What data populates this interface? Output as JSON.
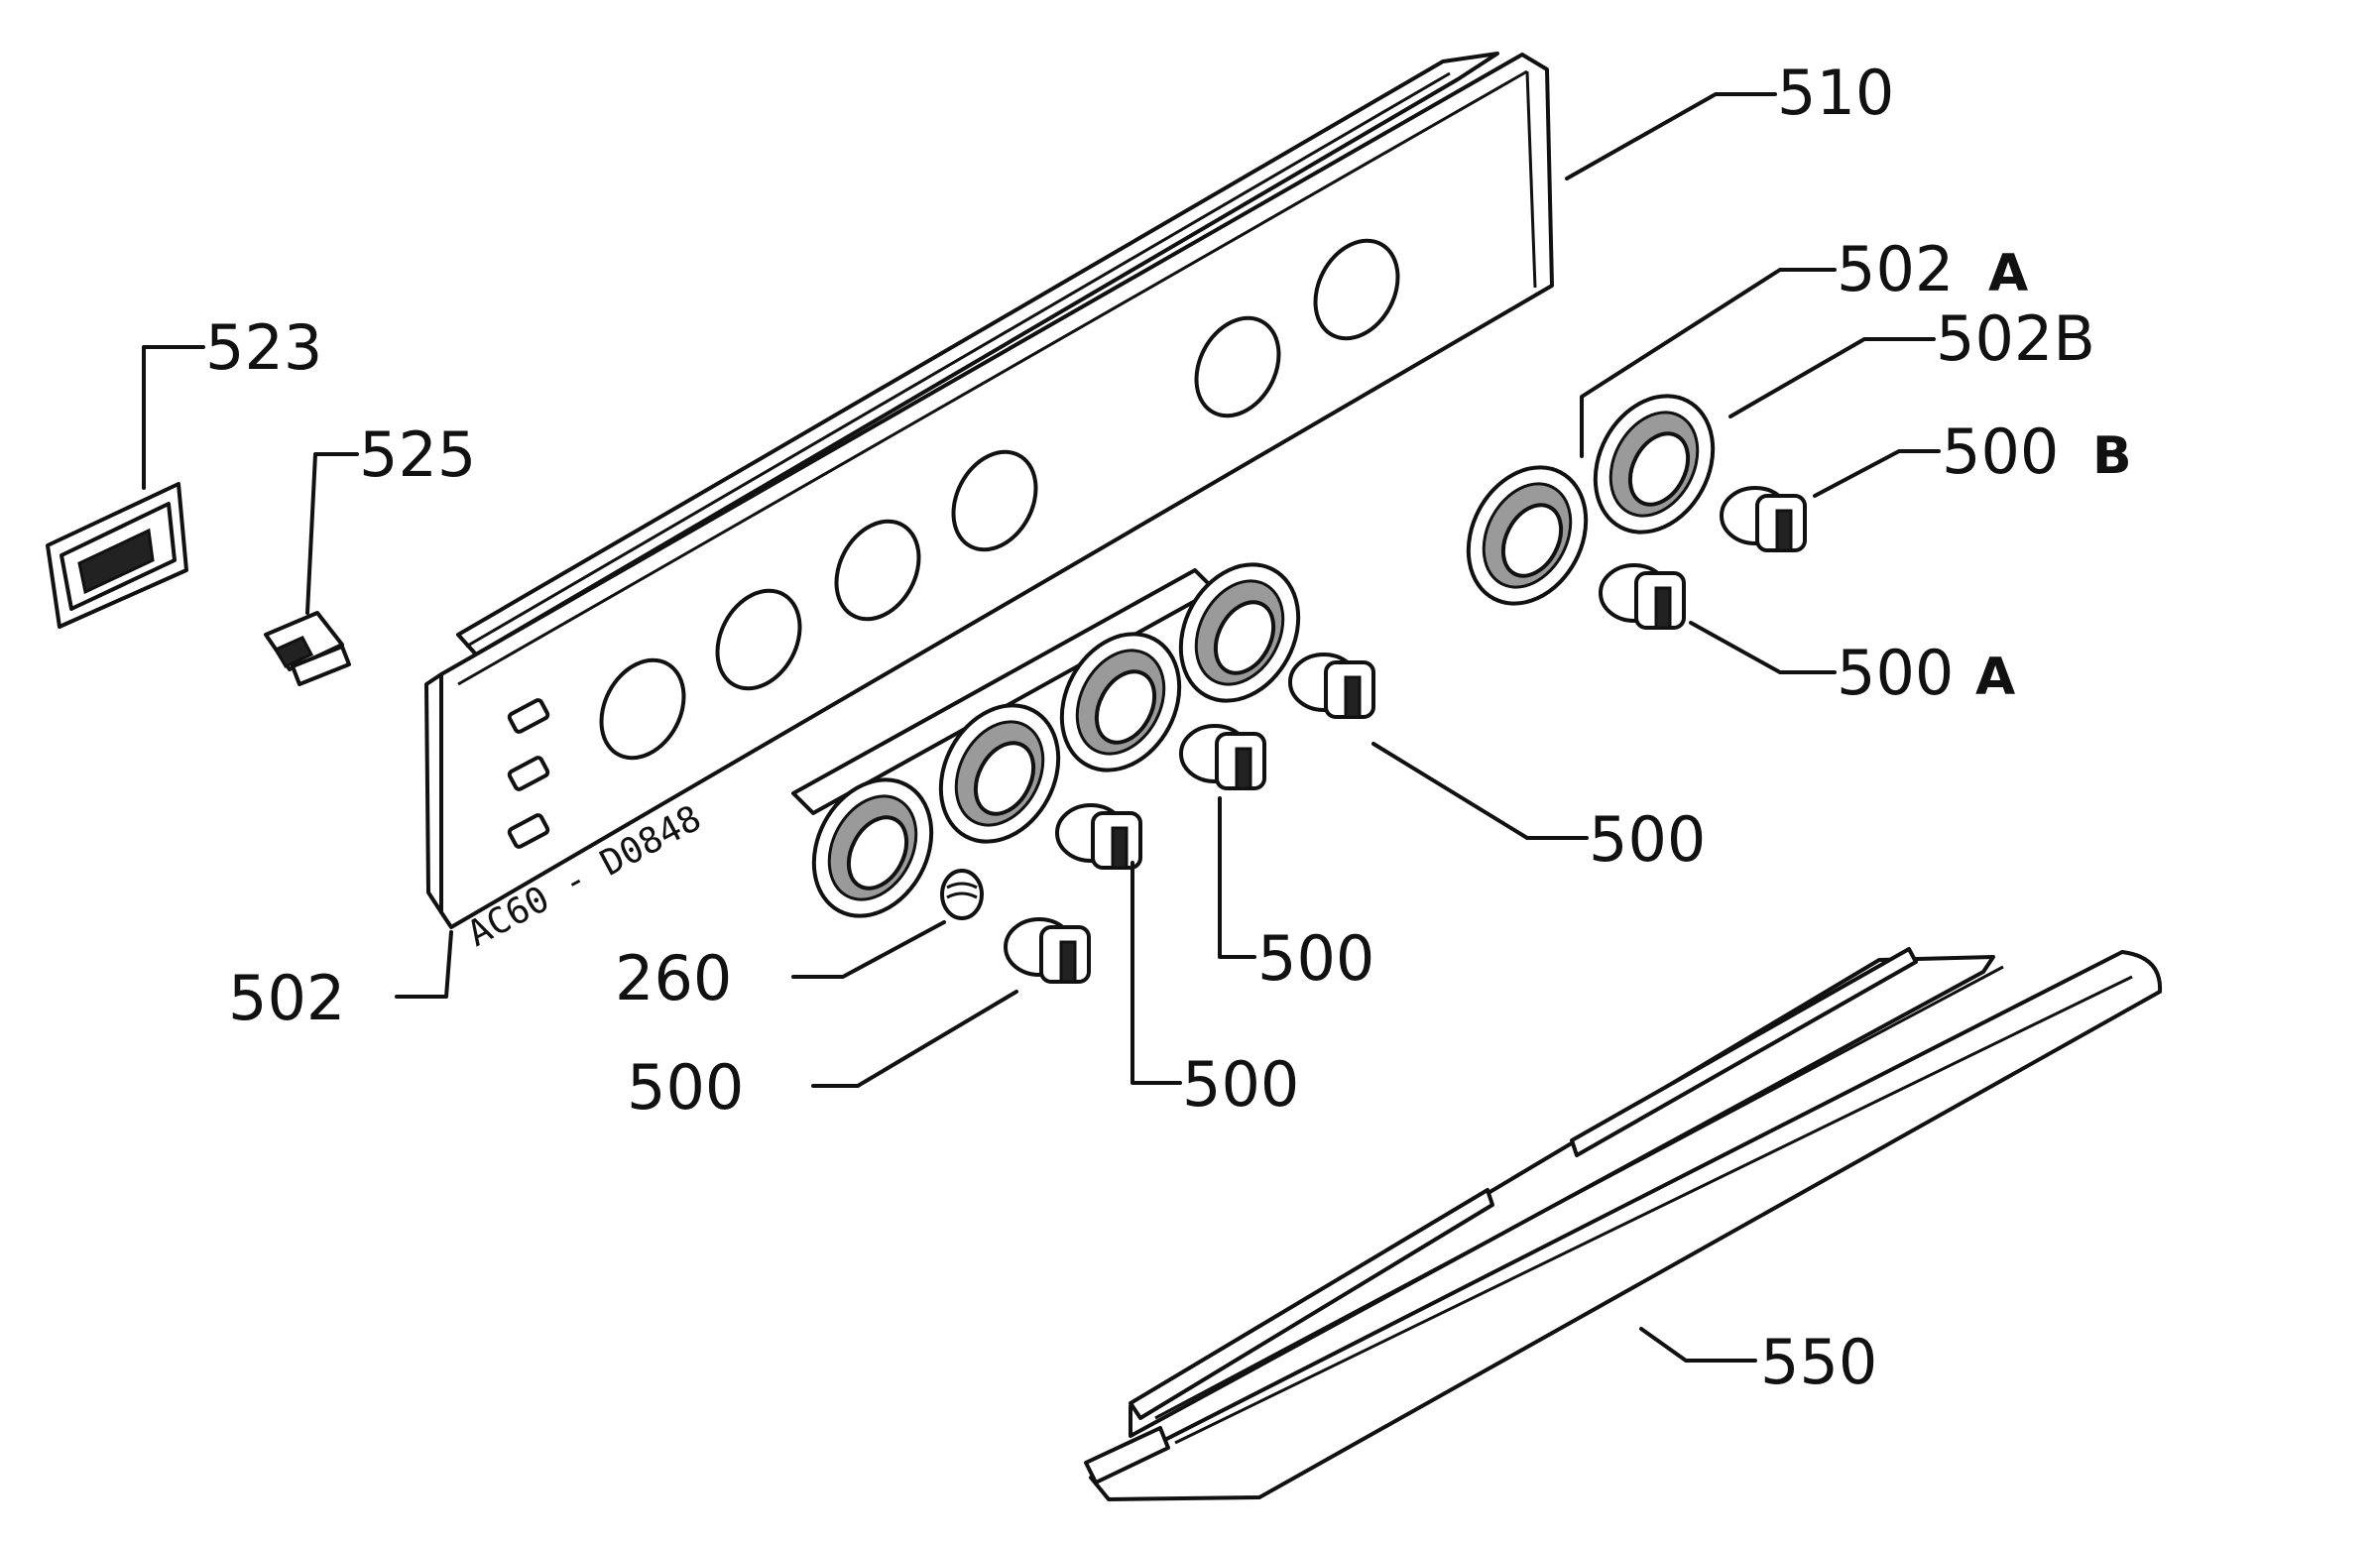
{
  "labels": {
    "l510": "510",
    "l502A_num": "502",
    "l502A_suf": "A",
    "l502B": "502B",
    "l500B_num": "500",
    "l500B_suf": "B",
    "l500A_num": "500",
    "l500A_suf": "A",
    "l523": "523",
    "l525": "525",
    "l500_r": "500",
    "l500_m": "500",
    "l500_b": "500",
    "l500_l": "500",
    "l260": "260",
    "l502": "502",
    "l550": "550"
  },
  "panel_code": "AC60 - D0848"
}
